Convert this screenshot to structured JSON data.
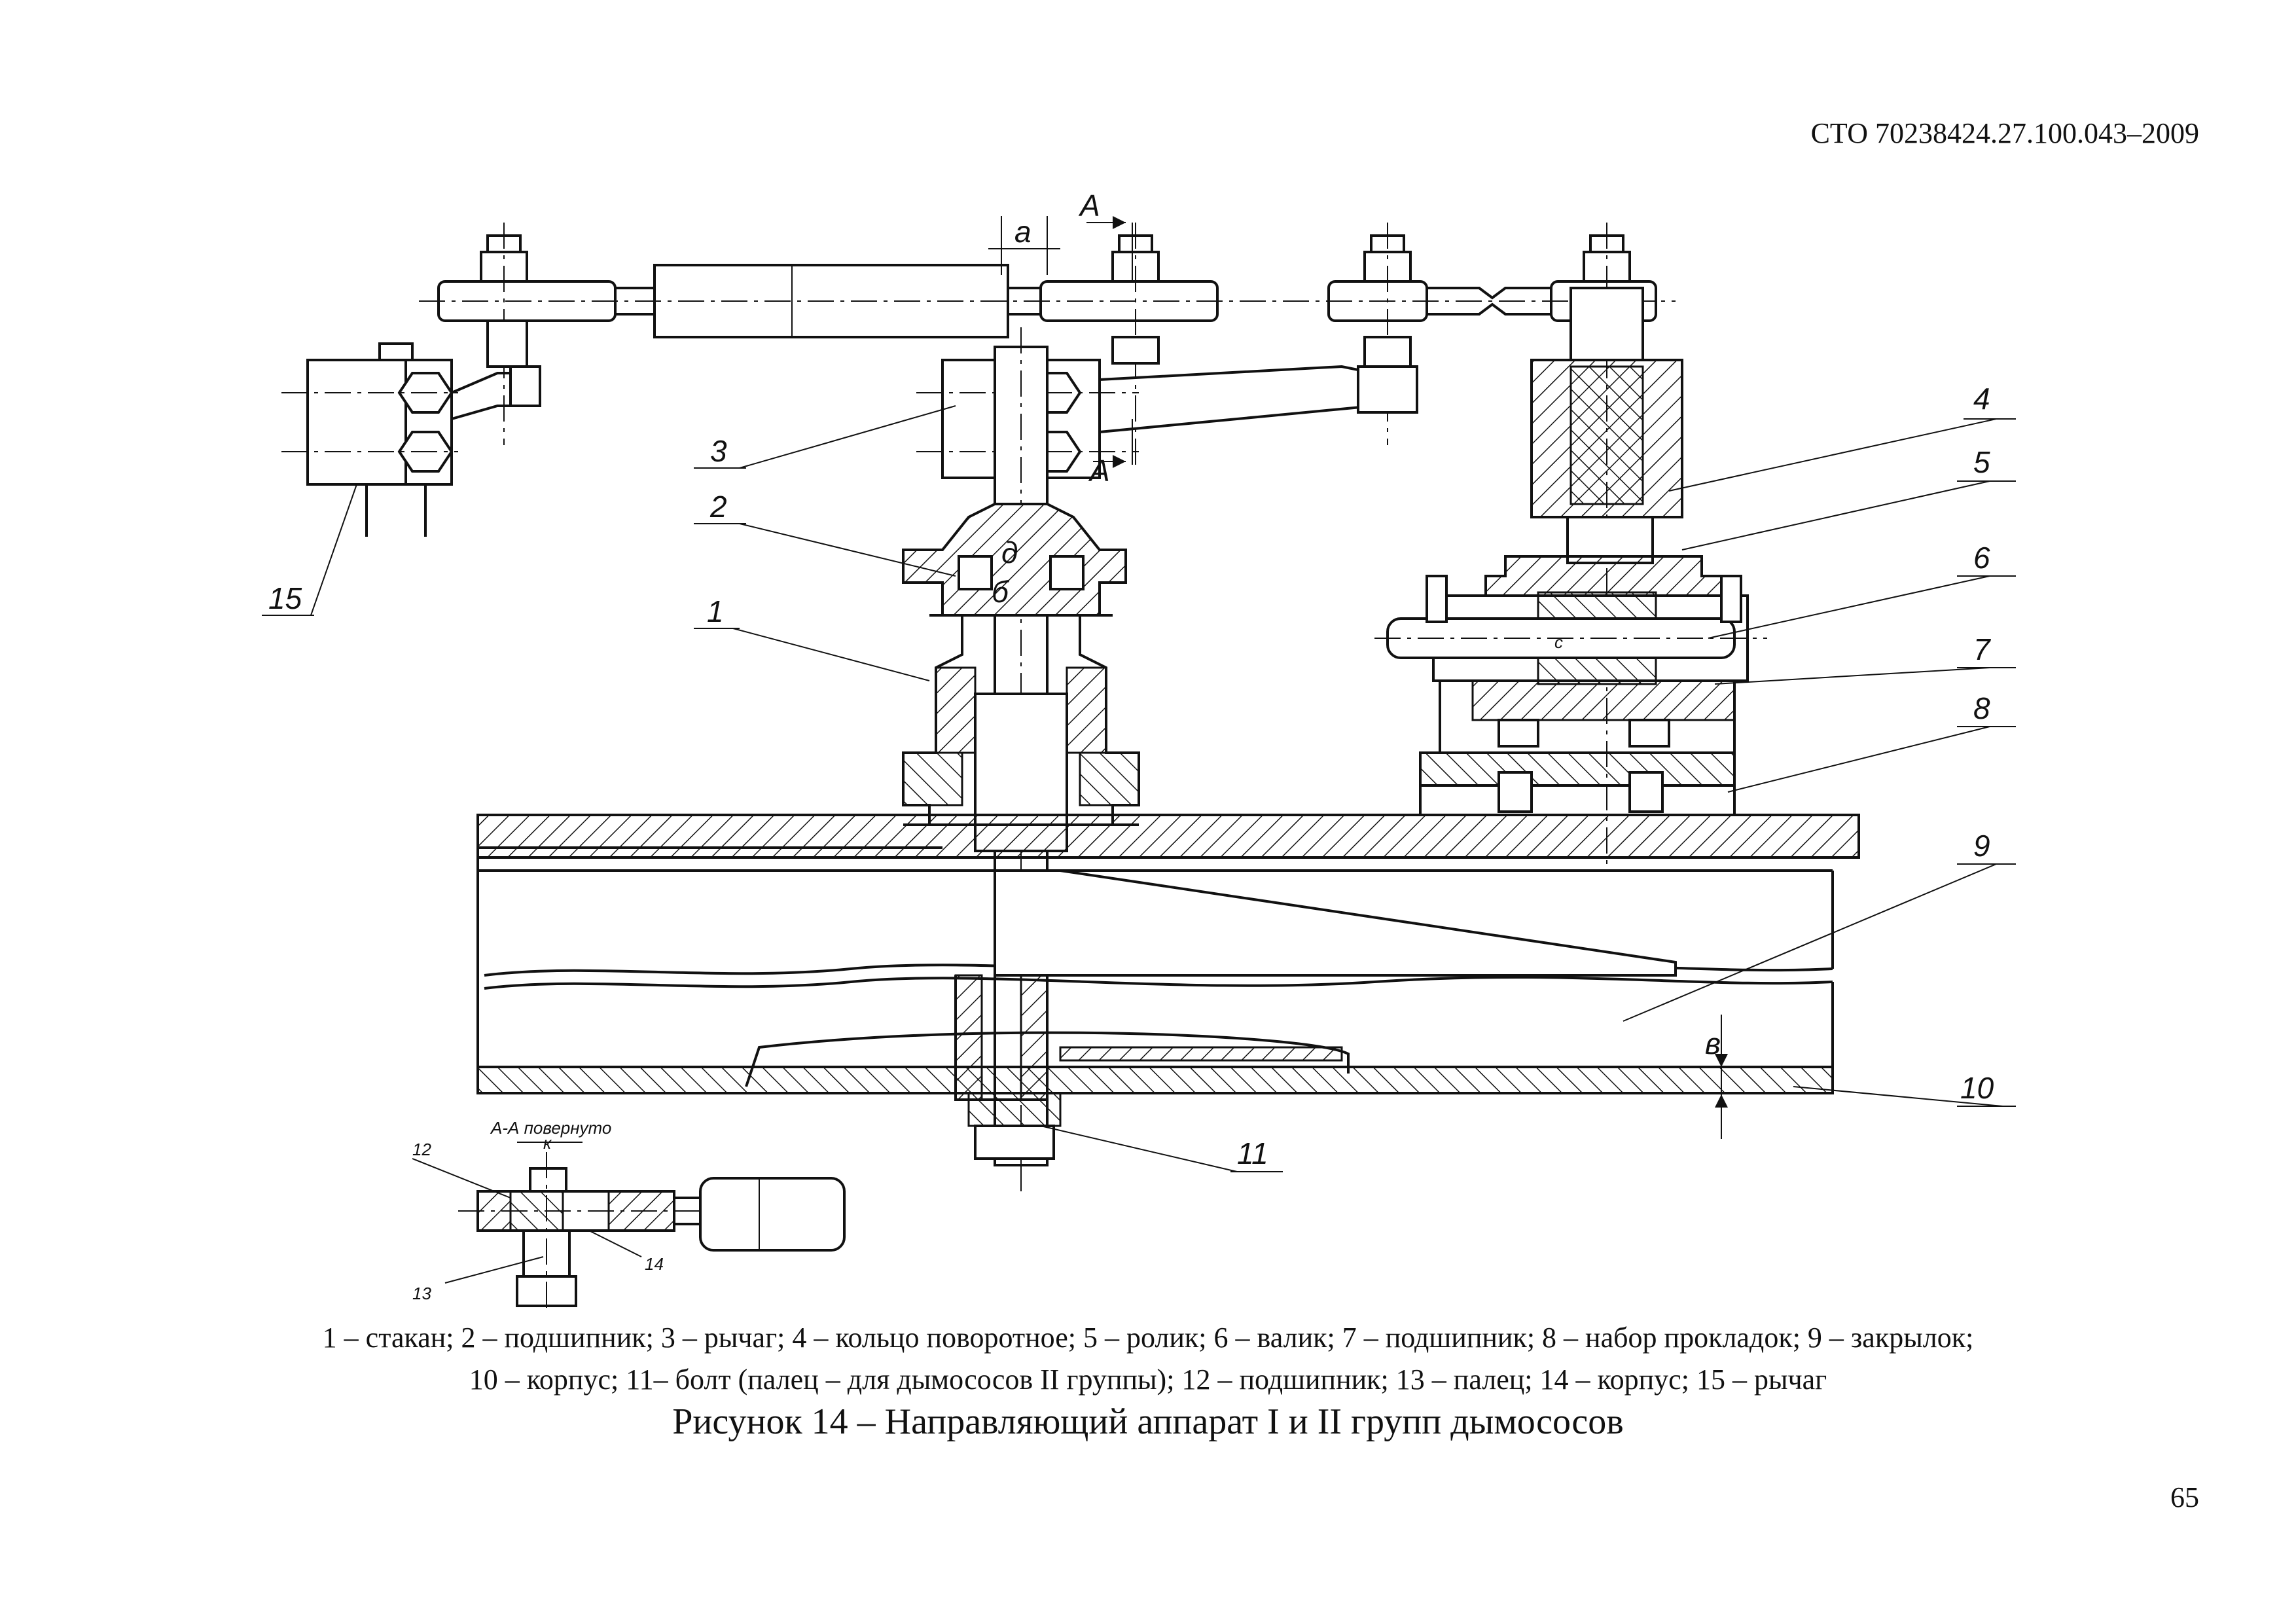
{
  "header": {
    "doc_code": "СТО 70238424.27.100.043–2009"
  },
  "callouts": {
    "c1": "1",
    "c2": "2",
    "c3": "3",
    "c4": "4",
    "c5": "5",
    "c6": "6",
    "c7": "7",
    "c8": "8",
    "c9": "9",
    "c10": "10",
    "c11": "11",
    "c12": "12",
    "c13": "13",
    "c14": "14",
    "c15": "15"
  },
  "dimension_labels": {
    "a_top": "а",
    "section_a_top": "А",
    "section_a_bottom": "А",
    "b_lower": "б",
    "v_lower": "в",
    "c_side": "с",
    "k_small": "к",
    "d_small": "д"
  },
  "section_title": "А-А повернуто",
  "legend": {
    "line1": "1 – стакан; 2 – подшипник; 3 – рычаг; 4 – кольцо поворотное; 5 – ролик; 6 – валик; 7 – подшипник; 8 – набор прокладок;  9 – закрылок;",
    "line2": "10 – корпус; 11– болт (палец – для дымососов II группы); 12 – подшипник;  13 – палец; 14 – корпус;  15 – рычаг"
  },
  "figure_title": "Рисунок 14 – Направляющий аппарат I  и II групп дымососов",
  "page_number": "65"
}
